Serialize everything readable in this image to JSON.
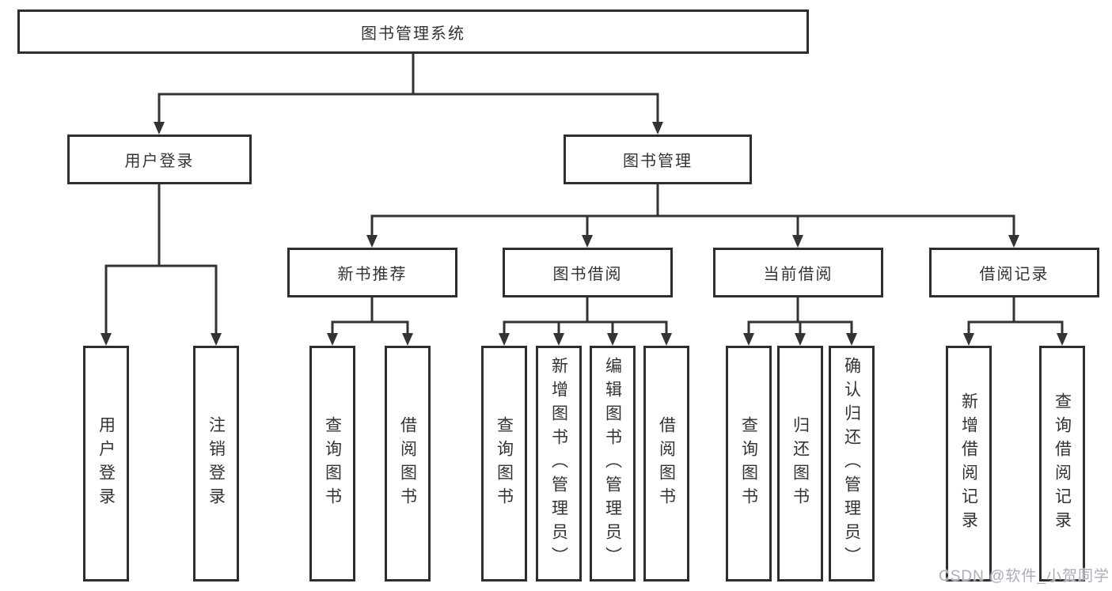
{
  "root": {
    "label": "图书管理系统"
  },
  "user_login": {
    "label": "用户登录",
    "children": [
      "用户登录",
      "注销登录"
    ]
  },
  "book_management": {
    "label": "图书管理",
    "modules": [
      {
        "label": "新书推荐",
        "children": [
          "查询图书",
          "借阅图书"
        ]
      },
      {
        "label": "图书借阅",
        "children": [
          "查询图书",
          "新增图书（管理员）",
          "编辑图书（管理员）",
          "借阅图书"
        ]
      },
      {
        "label": "当前借阅",
        "children": [
          "查询图书",
          "归还图书",
          "确认归还（管理员）"
        ]
      },
      {
        "label": "借阅记录",
        "children": [
          "新增借阅记录",
          "查询借阅记录"
        ]
      }
    ]
  },
  "watermark": "CSDN @软件_小贺同学",
  "colors": {
    "line": "#333333",
    "box_border": "#2e2e2e",
    "text": "#333333",
    "background": "#ffffff",
    "watermark": "#a9adbc"
  }
}
